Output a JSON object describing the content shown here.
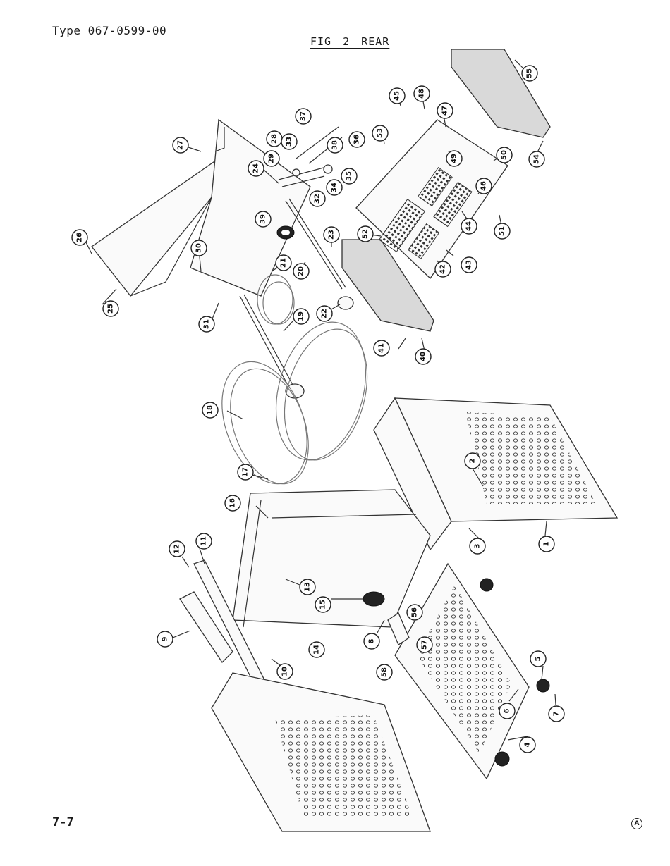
{
  "header": {
    "type_label": "Type 067-0599-00",
    "figure_title": "FIG 2 REAR"
  },
  "footer": {
    "page_number": "7-7",
    "revision_mark": "A"
  },
  "callouts": [
    "1",
    "2",
    "3",
    "4",
    "5",
    "6",
    "7",
    "8",
    "9",
    "10",
    "11",
    "12",
    "13",
    "14",
    "15",
    "16",
    "17",
    "18",
    "19",
    "20",
    "21",
    "22",
    "23",
    "24",
    "25",
    "26",
    "27",
    "28",
    "29",
    "30",
    "31",
    "32",
    "33",
    "34",
    "35",
    "36",
    "37",
    "38",
    "39",
    "40",
    "41",
    "42",
    "43",
    "44",
    "45",
    "46",
    "47",
    "48",
    "49",
    "50",
    "51",
    "52",
    "53",
    "54",
    "55",
    "56",
    "57",
    "58"
  ]
}
